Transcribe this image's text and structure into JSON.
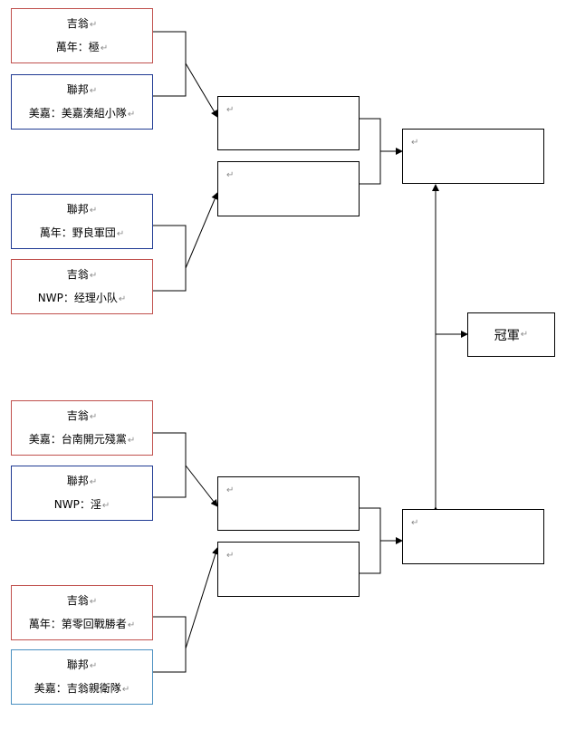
{
  "para_mark": "↵",
  "teams": [
    {
      "league": "吉翁",
      "name": "萬年：極"
    },
    {
      "league": "聯邦",
      "name": "美嘉：美嘉湊組小隊"
    },
    {
      "league": "聯邦",
      "name": "萬年：野良軍団"
    },
    {
      "league": "吉翁",
      "name": "NWP：经理小队"
    },
    {
      "league": "吉翁",
      "name": "美嘉：台南開元殘黨"
    },
    {
      "league": "聯邦",
      "name": "NWP：淫"
    },
    {
      "league": "吉翁",
      "name": "萬年：第零回戰勝者"
    },
    {
      "league": "聯邦",
      "name": "美嘉：吉翁親衛隊"
    }
  ],
  "champion": {
    "label": "冠軍"
  },
  "colors": {
    "zeon": "#c0504d",
    "federation": "#1f3a93",
    "federation_light": "#4a90c0"
  }
}
